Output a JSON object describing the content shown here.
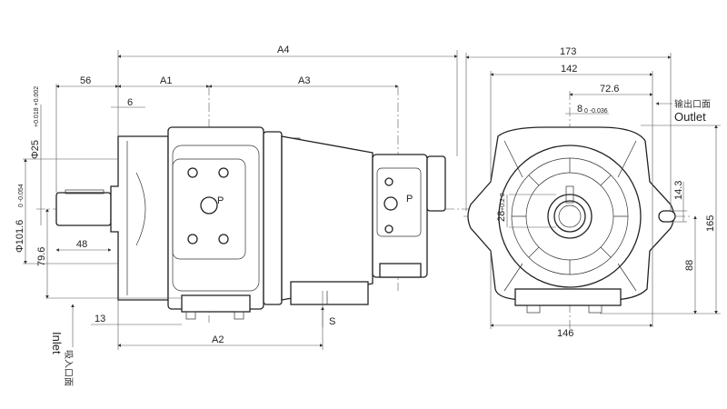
{
  "dimensions": {
    "a4": "A4",
    "a1": "A1",
    "a3": "A3",
    "a2": "A2",
    "d56": "56",
    "d6": "6",
    "d48": "48",
    "d13": "13",
    "d79_6": "79.6",
    "phi25": "Φ25",
    "phi25_tol": "+0.018 +0.002",
    "phi101": "Φ101.6",
    "phi101_tol": "0 -0.054",
    "s": "S",
    "d173": "173",
    "d142": "142",
    "d72_6": "72.6",
    "d8": "8",
    "d8_tol": "0 -0.036",
    "d28": "28",
    "d28_tol": "+0.2 0",
    "d14_3": "14.3",
    "d165": "165",
    "d88": "88",
    "d146": "146"
  },
  "ports": {
    "pressure_left": "P",
    "pressure_right": "P"
  },
  "labels": {
    "inlet_cn": "吸入口面",
    "inlet": "Inlet",
    "outlet_cn": "输出口面",
    "outlet": "Outlet"
  }
}
